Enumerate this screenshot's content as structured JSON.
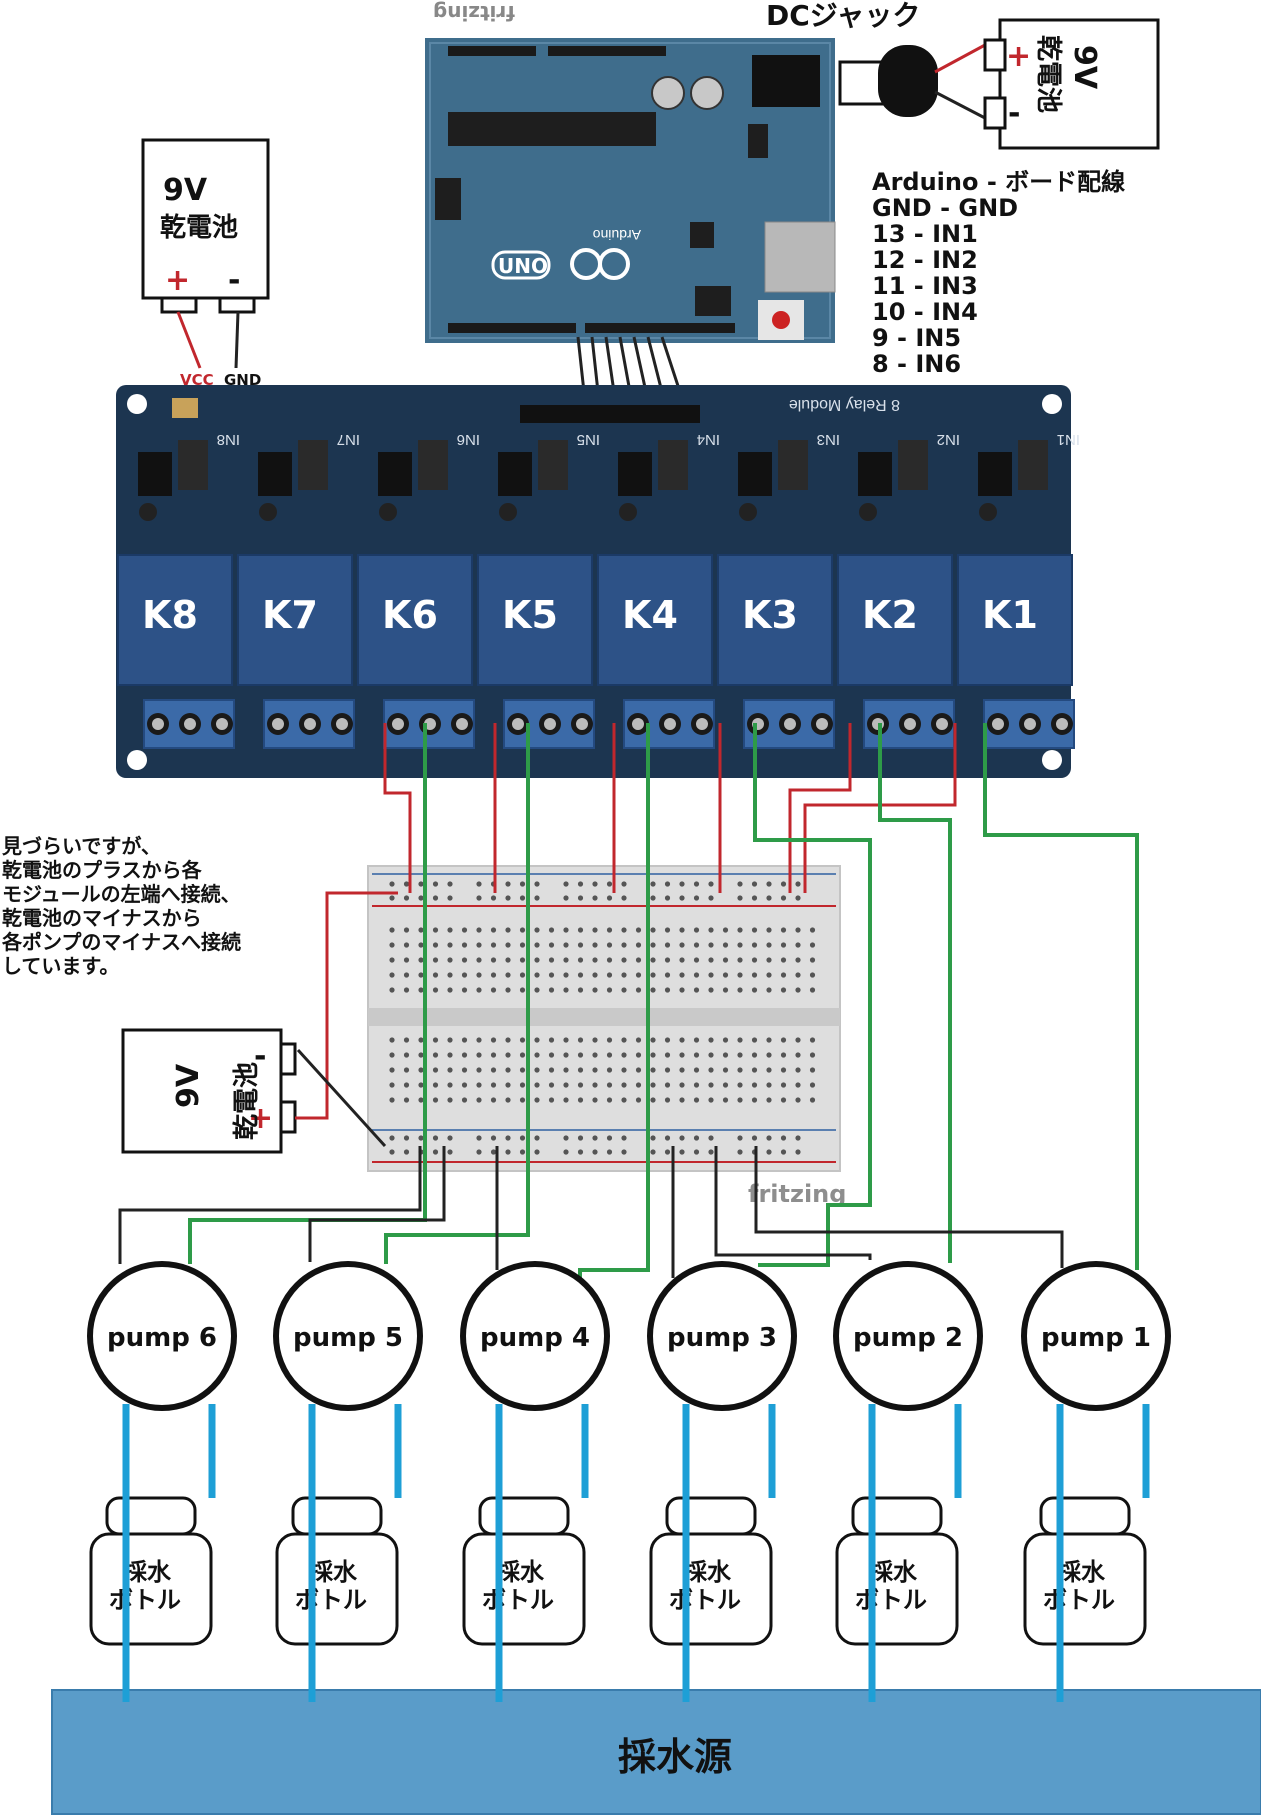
{
  "arduino": {
    "watermark": "fritzing",
    "logo": "UNO",
    "brand": "Arduino",
    "dc_jack_label": "DCジャック"
  },
  "battery_top_right": {
    "label_1": "9V",
    "label_2": "乾電池",
    "plus": "+",
    "minus": "-"
  },
  "battery_top_left": {
    "label_1": "9V",
    "label_2": "乾電池",
    "plus": "+",
    "minus": "-",
    "vcc": "VCC",
    "gnd": "GND"
  },
  "wiring_notes": {
    "title": "Arduino - ボード配線",
    "lines": [
      "GND - GND",
      "13 - IN1",
      "12 - IN2",
      "11 - IN3",
      "10 - IN4",
      "9 - IN5",
      "8 - IN6"
    ]
  },
  "relay_module": {
    "title": "8 Relay Module",
    "relays": [
      "K8",
      "K7",
      "K6",
      "K5",
      "K4",
      "K3",
      "K2",
      "K1"
    ],
    "inputs": [
      "IN8",
      "IN7",
      "IN6",
      "IN5",
      "IN4",
      "IN3",
      "IN2",
      "IN1"
    ]
  },
  "note": {
    "lines": [
      "見づらいですが、",
      "乾電池のプラスから各",
      "モジュールの左端へ接続、",
      "乾電池のマイナスから",
      "各ポンプのマイナスへ接続",
      "しています。"
    ]
  },
  "battery_mid": {
    "label_1": "9V",
    "label_2": "乾電池",
    "plus": "+",
    "minus": "-"
  },
  "breadboard": {
    "watermark": "fritzing"
  },
  "pumps": [
    "pump 6",
    "pump 5",
    "pump 4",
    "pump 3",
    "pump 2",
    "pump 1"
  ],
  "bottles": {
    "line_1": "採水",
    "line_2": "ボトル"
  },
  "water_source": "採水源",
  "colors": {
    "arduino_board": "#3f6d8c",
    "relay_board": "#1c3550",
    "relay_block": "#2d5287",
    "terminal": "#3b6aa8",
    "wire_red": "#c1272d",
    "wire_green": "#2e9b48",
    "wire_black": "#222222",
    "water_pipe": "#1e9fd6",
    "water_source": "#5a9cc9"
  }
}
